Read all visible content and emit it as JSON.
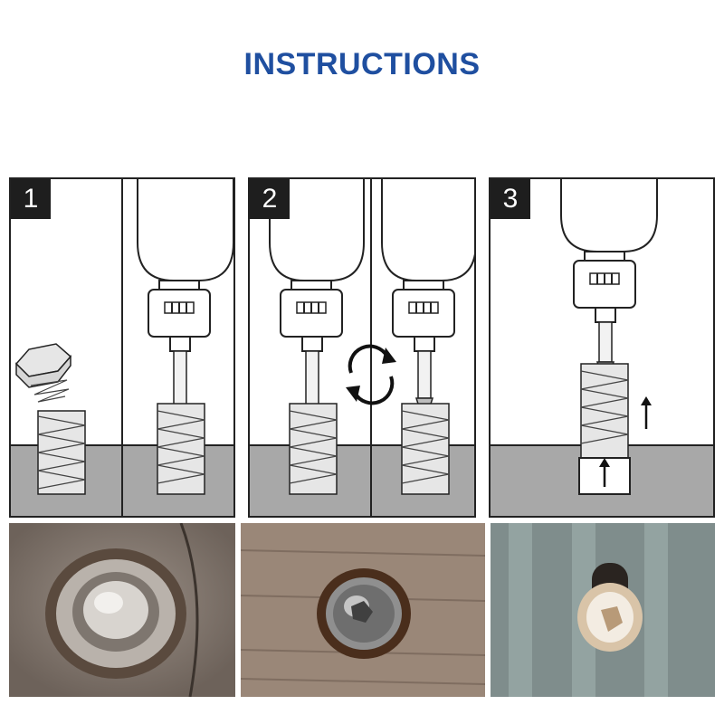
{
  "title": "INSTRUCTIONS",
  "colors": {
    "title": "#1f4fa0",
    "ground": "#a8a8a8",
    "screw": "#e6e6e6",
    "outline": "#222222"
  },
  "steps": [
    {
      "number": "1"
    },
    {
      "number": "2"
    },
    {
      "number": "3"
    }
  ],
  "icons": [
    "drill-icon",
    "rotate-arrows-icon",
    "up-arrow-icon"
  ]
}
